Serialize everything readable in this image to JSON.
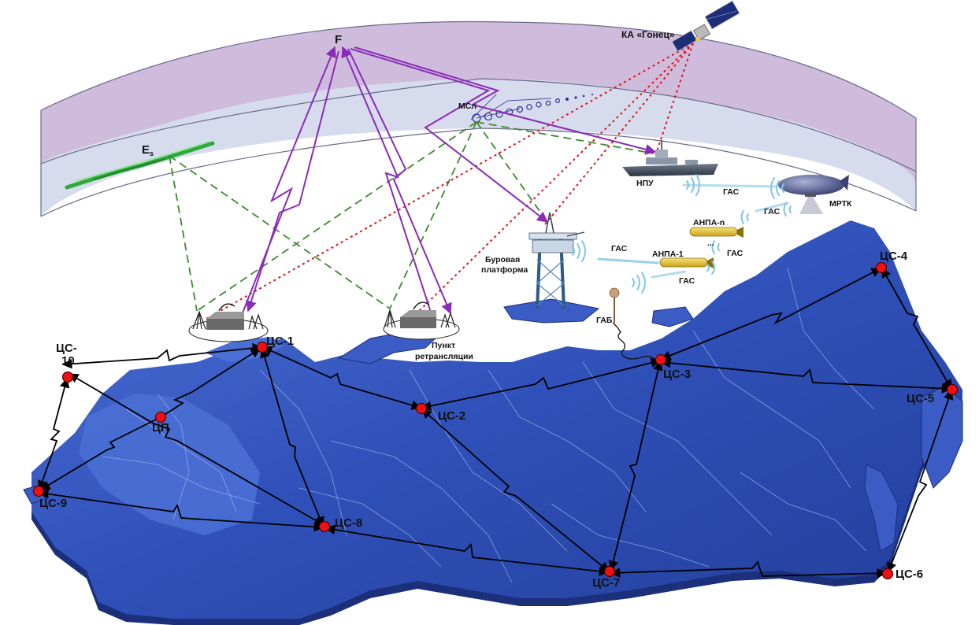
{
  "labels": {
    "satellite": "КА «Гонец»",
    "f_layer": "F",
    "es_base": "E",
    "es_sub": "s",
    "msl": "МСл",
    "npu": "НПУ",
    "mrtk": "МРТК",
    "anpa_n": "АНПА-n",
    "anpa_1": "АНПА-1",
    "anpa_dots": "...",
    "platform_line1": "Буровая",
    "platform_line2": "платформа",
    "gab": "ГАБ",
    "relay_line1": "Пункт",
    "relay_line2": "ретрансляции",
    "gas": "ГАС"
  },
  "nodes": {
    "cs1": "ЦС-1",
    "cs2": "ЦС-2",
    "cs3": "ЦС-3",
    "cs4": "ЦС-4",
    "cs5": "ЦС-5",
    "cs6": "ЦС-6",
    "cs7": "ЦС-7",
    "cs8": "ЦС-8",
    "cs9": "ЦС-9",
    "cs10_line1": "ЦС-",
    "cs10_line2": "10",
    "cp": "ЦП"
  },
  "colors": {
    "ionosphere_upper": "#cfbcdd",
    "ionosphere_lower": "#d6dced",
    "map_fill": "#2f50b8",
    "map_side": "#1b2f7a",
    "ionospheric_path": "#8a2bb8",
    "satellite_link": "#e0141c",
    "meteor_link": "#3c8a2e",
    "wire_link": "#000000",
    "node_fill": "#ee1111",
    "acoustic_wave": "#7fc6e6"
  }
}
